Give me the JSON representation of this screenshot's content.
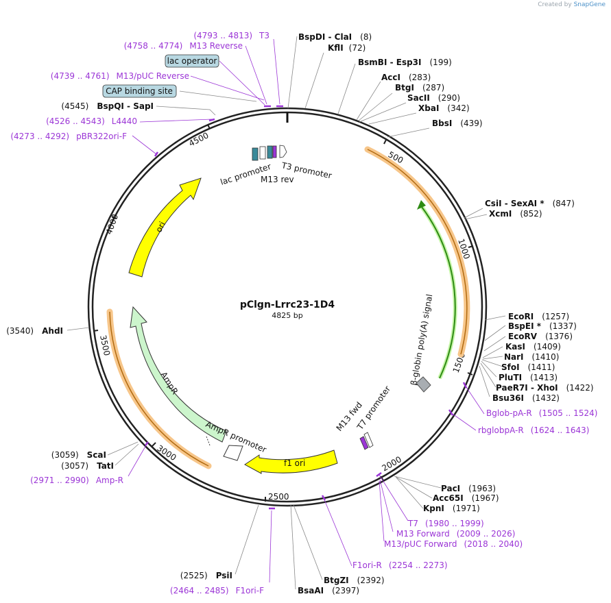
{
  "branding": {
    "prefix": "Created by",
    "product": "SnapGene"
  },
  "plasmid": {
    "name": "pClgn-Lrrc23-1D4",
    "length_label": "4825 bp",
    "length": 4825
  },
  "ticks": [
    "500",
    "1000",
    "1500",
    "2000",
    "2500",
    "3000",
    "3500",
    "4000",
    "4500"
  ],
  "enzymes": [
    {
      "name": "BspDI",
      "name2": "ClaI",
      "pos": "(8)"
    },
    {
      "name": "KflI",
      "pos": "(72)"
    },
    {
      "name": "BsmBI",
      "name2": "Esp3I",
      "pos": "(199)"
    },
    {
      "name": "AccI",
      "pos": "(283)"
    },
    {
      "name": "BtgI",
      "pos": "(287)"
    },
    {
      "name": "SacII",
      "pos": "(290)"
    },
    {
      "name": "XbaI",
      "pos": "(342)"
    },
    {
      "name": "BbsI",
      "pos": "(439)"
    },
    {
      "name": "CsiI",
      "name2": "SexAI *",
      "pos": "(847)"
    },
    {
      "name": "XcmI",
      "pos": "(852)"
    },
    {
      "name": "EcoRI",
      "pos": "(1257)"
    },
    {
      "name": "BspEI *",
      "pos": "(1337)"
    },
    {
      "name": "EcoRV",
      "pos": "(1376)"
    },
    {
      "name": "KasI",
      "pos": "(1409)"
    },
    {
      "name": "NarI",
      "pos": "(1410)"
    },
    {
      "name": "SfoI",
      "pos": "(1411)"
    },
    {
      "name": "PluTI",
      "pos": "(1413)"
    },
    {
      "name": "PaeR7I",
      "name2": "XhoI",
      "pos": "(1422)"
    },
    {
      "name": "Bsu36I",
      "pos": "(1432)"
    },
    {
      "name": "PacI",
      "pos": "(1963)"
    },
    {
      "name": "Acc65I",
      "pos": "(1967)"
    },
    {
      "name": "KpnI",
      "pos": "(1971)"
    },
    {
      "name": "BtgZI",
      "pos": "(2392)"
    },
    {
      "name": "BsaAI",
      "pos": "(2397)"
    },
    {
      "name": "PsiI",
      "pos": "(2525)"
    },
    {
      "name": "ScaI",
      "pos": "(3059)"
    },
    {
      "name": "TatI",
      "pos": "(3057)"
    },
    {
      "name": "AhdI",
      "pos": "(3540)"
    },
    {
      "name": "BspQI",
      "name2": "SapI",
      "pos": "(4545)"
    }
  ],
  "primers": [
    {
      "range": "(4793 .. 4813)",
      "name": "T3"
    },
    {
      "range": "(4758 .. 4774)",
      "name": "M13 Reverse"
    },
    {
      "range": "(4739 .. 4761)",
      "name": "M13/pUC Reverse"
    },
    {
      "range": "(4526 .. 4543)",
      "name": "L4440"
    },
    {
      "range": "(4273 .. 4292)",
      "name": "pBR322ori-F"
    },
    {
      "name": "Bglob-pA-R",
      "range": "(1505 .. 1524)"
    },
    {
      "name": "rbglobpA-R",
      "range": "(1624 .. 1643)"
    },
    {
      "name": "T7",
      "range": "(1980 .. 1999)"
    },
    {
      "name": "M13 Forward",
      "range": "(2009 .. 2026)"
    },
    {
      "name": "M13/pUC Forward",
      "range": "(2018 .. 2040)"
    },
    {
      "name": "F1ori-R",
      "range": "(2254 .. 2273)"
    },
    {
      "name": "Amp-R",
      "range": "(2971 .. 2990)"
    },
    {
      "range": "(2464 .. 2485)",
      "name": "F1ori-F"
    }
  ],
  "boxed_features": [
    "lac operator",
    "CAP binding site"
  ],
  "features": {
    "lac_promoter": "lac promoter",
    "t3_promoter": "T3 promoter",
    "m13_rev": "M13 rev",
    "ori": "ori",
    "ampr": "AmpR",
    "ampr_promoter": "AmpR promoter",
    "f1_ori": "f1 ori",
    "m13_fwd": "M13 fwd",
    "t7_promoter": "T7 promoter",
    "beta_globin": "β-globin poly(A) signal"
  },
  "colors": {
    "ori": "#ffff00",
    "ampr": "#ccf5cc",
    "f1ori": "#ffff00",
    "betaglobin": "#2e8b14",
    "primer": "#9b35d6",
    "orange_band": "#f7c68a",
    "boxed_fill": "#b8d8e2"
  }
}
